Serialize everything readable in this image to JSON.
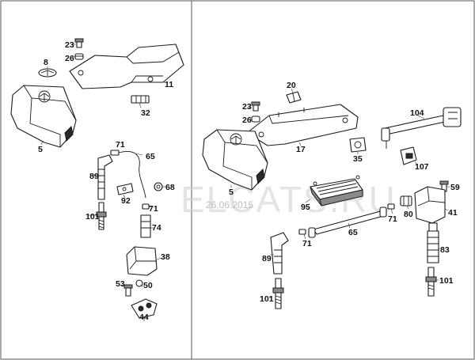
{
  "watermark": {
    "text": "ELCATS.RU",
    "date": "26.06.2015"
  },
  "callouts": {
    "l_23": "23",
    "l_26": "26",
    "l_8": "8",
    "l_11": "11",
    "l_32": "32",
    "l_5": "5",
    "l_71a": "71",
    "l_65": "65",
    "l_89": "89",
    "l_92": "92",
    "l_68": "68",
    "l_101": "101",
    "l_71b": "71",
    "l_74": "74",
    "l_38": "38",
    "l_53": "53",
    "l_50": "50",
    "l_44": "44",
    "r_20": "20",
    "r_23": "23",
    "r_26": "26",
    "r_104": "104",
    "r_17": "17",
    "r_35": "35",
    "r_107": "107",
    "r_5": "5",
    "r_59": "59",
    "r_95": "95",
    "r_80": "80",
    "r_41": "41",
    "r_71a": "71",
    "r_65": "65",
    "r_71b": "71",
    "r_83": "83",
    "r_89": "89",
    "r_101a": "101",
    "r_101b": "101"
  }
}
